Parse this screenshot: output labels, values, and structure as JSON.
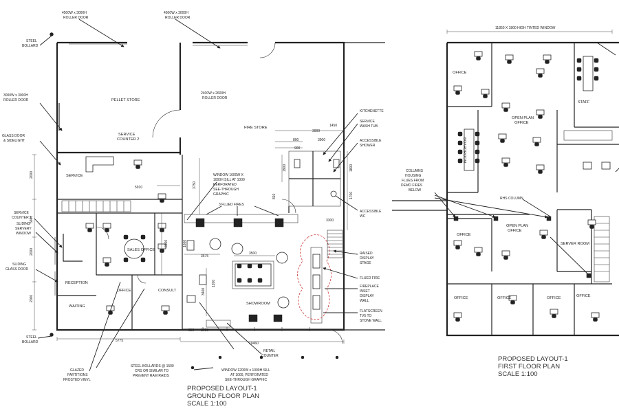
{
  "ground_floor": {
    "title_lines": [
      "PROPOSED LAYOUT-1",
      "GROUND FLOOR PLAN",
      "SCALE 1:100"
    ],
    "rooms": {
      "pellet_store": "PELLET STORE",
      "fire_store": "FIRE STORE",
      "service": "SERVICE",
      "service_counter_2_l1": "SERVICE",
      "service_counter_2_l2": "COUNTER 2",
      "sales_office": "SALES OFFICE",
      "reception": "RECEPTION",
      "waiting": "WAITING",
      "office": "OFFICE",
      "consult": "CONSULT",
      "showroom": "SHOWROOM"
    },
    "annotations": {
      "roller_door_1_l1": "4500W x 3000H",
      "roller_door_1_l2": "ROLLER DOOR",
      "roller_door_2_l1": "4500W x 3000H",
      "roller_door_2_l2": "ROLLER DOOR",
      "steel_bollard_top_l1": "STEEL",
      "steel_bollard_top_l2": "BOLLARD",
      "roller_door_3_l1": "3000W x 3000H",
      "roller_door_3_l2": "ROLLER DOOR",
      "roller_door_4_l1": "2400W x 2600H",
      "roller_door_4_l2": "ROLLER DOOR",
      "glass_door_l1": "GLASS DOOR",
      "glass_door_l2": "& SIDELIGHT",
      "service_counter_1_l1": "SERVICE",
      "service_counter_1_l2": "COUNTER 1",
      "sliding_servery_l1": "SLIDING",
      "sliding_servery_l2": "SERVERY",
      "sliding_servery_l3": "WINDOW",
      "sliding_glass_l1": "SLIDING",
      "sliding_glass_l2": "GLASS DOOR",
      "steel_bollard_bot_l1": "STEEL",
      "steel_bollard_bot_l2": "BOLLARD",
      "glazed_l1": "GLAZED",
      "glazed_l2": "PARTITIONS",
      "glazed_l3": "FROSTED VINYL",
      "bollards_l1": "STEEL BOLLARDS @ 1500",
      "bollards_l2": "CRS OR SIMILAR TO",
      "bollards_l3": "PREVENT RAM RAIDS",
      "window_bot_l1": "WINDOW 1200W x 1000H SILL",
      "window_bot_l2": "AT 1000, PERFORATED",
      "window_bot_l3": "SEE-THROUGH GRAPHIC",
      "retail_l1": "RETAIL",
      "retail_l2": "COUNTER",
      "window_top_l1": "WINDOW 1600W X",
      "window_top_l2": "1000H SILL AT 1000",
      "window_top_l3": "PERFORATED",
      "window_top_l4": "SEE-THROUGH",
      "window_top_l5": "GRAPHIC",
      "flued_fires": "3 FLUED FIRES",
      "kitchenette": "KITCHENETTE",
      "wash_tub_l1": "SERVICE",
      "wash_tub_l2": "WASH TUB",
      "shower_l1": "ACCESSIBLE",
      "shower_l2": "SHOWER",
      "wc_l1": "ACCESSIBLE",
      "wc_l2": "WC",
      "raised_l1": "RAISED",
      "raised_l2": "DISPLAY",
      "raised_l3": "STAGE",
      "flued_fire": "FLUED FIRE",
      "fireplace_l1": "FIREPLACE",
      "fireplace_l2": "INSET",
      "fireplace_l3": "DISPLAY",
      "fireplace_l4": "WALL",
      "flatscreen_l1": "FLATSCREEN",
      "flatscreen_l2": "TV5 TO",
      "flatscreen_l3": "STONE WALL"
    },
    "dimensions": {
      "d5910": "5910",
      "d3750": "3750",
      "d3900": "3900",
      "d1450": "1450",
      "d800": "800",
      "d900": "900",
      "d3900b": "3900",
      "d1900": "1900",
      "d1800": "1800",
      "d1700": "1700",
      "d2000a": "2000",
      "d5600": "5600",
      "d2000b": "2000",
      "d8400": "8400",
      "d1600": "1600",
      "d3575": "3575",
      "d3500": "3500",
      "d3400": "3400",
      "d1200": "1200",
      "d2000c": "2000",
      "d5775": "5775",
      "d10460": "10460",
      "d1725": "1725",
      "d850": "850",
      "d3300": "3300",
      "d810": "810"
    }
  },
  "first_floor": {
    "title_lines": [
      "PROPOSED LAYOUT-1",
      "FIRST FLOOR PLAN",
      "SCALE 1:100"
    ],
    "window_dim": "11850 X 1800 HIGH TINTED WINDOW",
    "rooms": {
      "office_tl": "OFFICE",
      "staff": "STAFF",
      "open_plan_l1": "OPEN PLAN",
      "open_plan_l2": "OFFICE",
      "boardroom": "BOARDROOM",
      "office_ml": "OFFICE",
      "open_plan_2_l1": "OPEN PLAN",
      "open_plan_2_l2": "OFFICE",
      "server_room": "SERVER ROOM",
      "office_b1": "OFFICE",
      "office_b2": "OFFICE",
      "office_b3": "OFFICE",
      "office_b4": "OFFICE"
    },
    "annotations": {
      "columns_l1": "COLUMNS",
      "columns_l2": "HOUSING",
      "columns_l3": "FLUES FROM",
      "columns_l4": "DEMO FIRES",
      "columns_l5": "BELOW",
      "rhs_column": "RHS COLUMN"
    }
  }
}
